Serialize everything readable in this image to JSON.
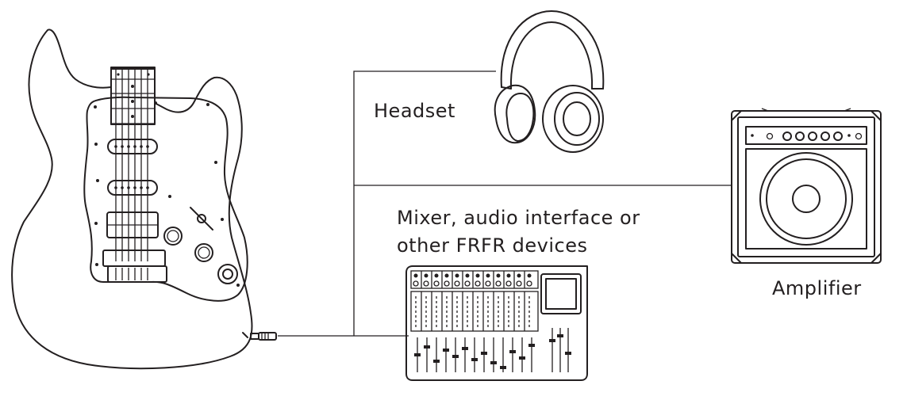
{
  "labels": {
    "headset": "Headset",
    "mixer_line1": "Mixer, audio interface or",
    "mixer_line2": "other FRFR devices",
    "amplifier": "Amplifier"
  },
  "devices": {
    "source": "guitar-icon",
    "outputs": [
      "headphones-icon",
      "mixer-icon",
      "amplifier-icon"
    ]
  },
  "colors": {
    "line": "#231f20",
    "background": "#ffffff"
  }
}
